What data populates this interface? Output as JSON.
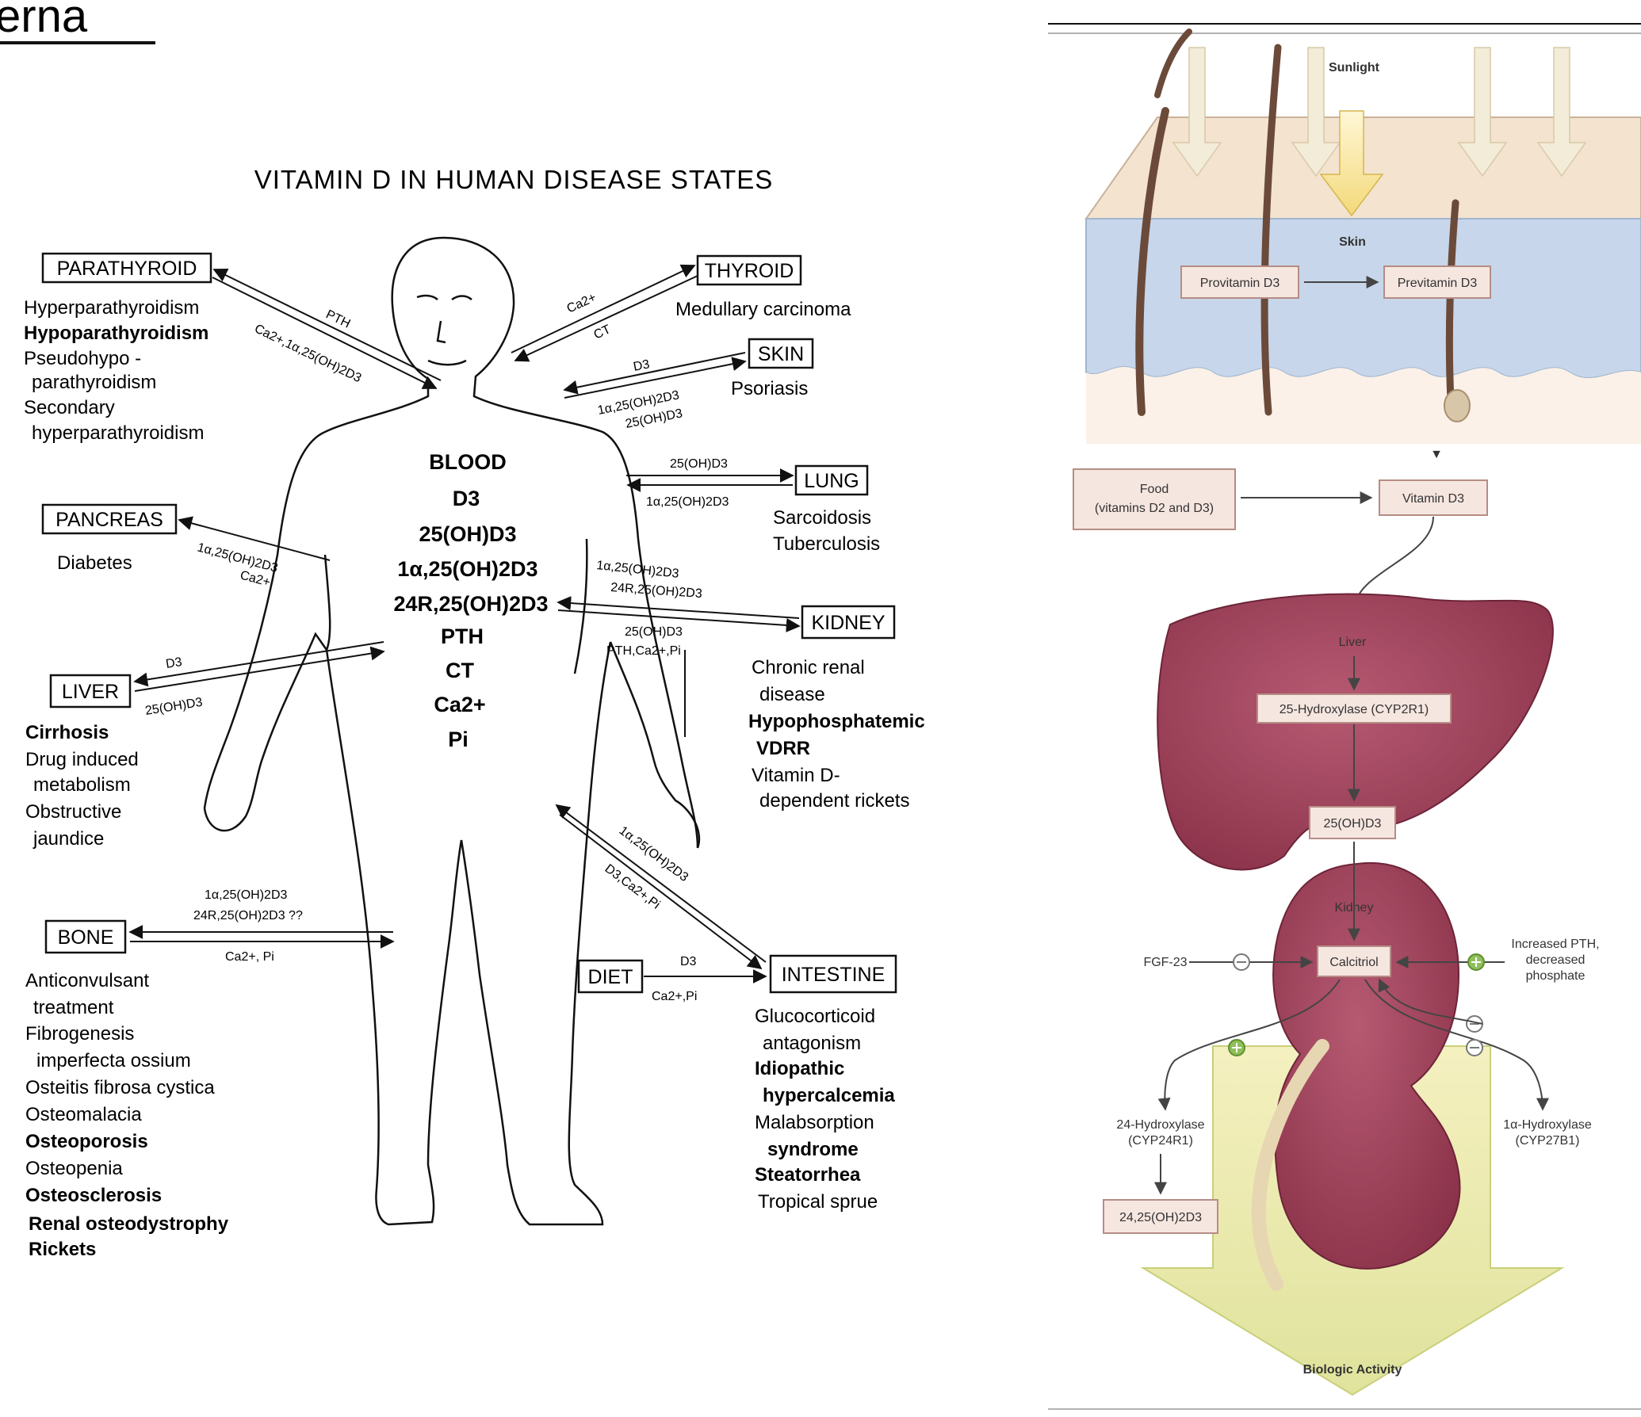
{
  "heading": "erna",
  "left_diagram": {
    "title": "VITAMIN D IN HUMAN DISEASE STATES",
    "blood": {
      "label": "BLOOD",
      "items": [
        "D3",
        "25(OH)D3",
        "1α,25(OH)2D3",
        "24R,25(OH)2D3",
        "PTH",
        "CT",
        "Ca2+",
        "Pi"
      ]
    },
    "organs": {
      "parathyroid": {
        "label": "PARATHYROID",
        "diseases": [
          "Hyperparathyroidism",
          "Hypoparathyroidism",
          "Pseudohypo -",
          " parathyroidism",
          "Secondary",
          " hyperparathyroidism"
        ],
        "arrow_labels": [
          "PTH",
          "Ca2+,1α,25(OH)2D3"
        ]
      },
      "thyroid": {
        "label": "THYROID",
        "diseases": [
          "Medullary carcinoma"
        ],
        "arrow_labels": [
          "Ca2+",
          "CT"
        ]
      },
      "skin": {
        "label": "SKIN",
        "diseases": [
          "Psoriasis"
        ],
        "arrow_labels": [
          "D3",
          "1α,25(OH)2D3",
          "25(OH)D3"
        ]
      },
      "lung": {
        "label": "LUNG",
        "diseases": [
          "Sarcoidosis",
          "Tuberculosis"
        ],
        "arrow_labels": [
          "25(OH)D3",
          "1α,25(OH)2D3"
        ]
      },
      "pancreas": {
        "label": "PANCREAS",
        "diseases": [
          "Diabetes"
        ],
        "arrow_labels": [
          "1α,25(OH)2D3",
          "Ca2+"
        ]
      },
      "kidney": {
        "label": "KIDNEY",
        "diseases": [
          "Chronic renal",
          " disease",
          "Hypophosphatemic",
          " VDRR",
          "Vitamin D-",
          " dependent rickets"
        ],
        "arrow_labels": [
          "1α,25(OH)2D3",
          "24R,25(OH)2D3",
          "25(OH)D3",
          "PTH,Ca2+,Pi"
        ]
      },
      "liver": {
        "label": "LIVER",
        "diseases": [
          "Cirrhosis",
          "Drug induced",
          " metabolism",
          "Obstructive",
          " jaundice"
        ],
        "arrow_labels": [
          "D3",
          "25(OH)D3"
        ]
      },
      "bone": {
        "label": "BONE",
        "diseases": [
          "Anticonvulsant",
          " treatment",
          "Fibrogenesis",
          " imperfecta ossium",
          "Osteitis fibrosa cystica",
          "Osteomalacia",
          "Osteoporosis",
          "Osteopenia",
          "Osteosclerosis",
          "Renal osteodystrophy",
          "Rickets"
        ],
        "arrow_labels": [
          "1α,25(OH)2D3",
          "24R,25(OH)2D3 ??",
          "Ca2+, Pi"
        ]
      },
      "diet": {
        "label": "DIET",
        "arrow_labels": [
          "D3",
          "Ca2+,Pi"
        ]
      },
      "intestine": {
        "label": "INTESTINE",
        "diseases": [
          "Glucocorticoid",
          " antagonism",
          "Idiopathic",
          " hypercalcemia",
          "Malabsorption",
          " syndrome",
          "Steatorrhea",
          "Tropical sprue"
        ],
        "arrow_labels": [
          "1α,25(OH)2D3",
          "D3,Ca2+,Pi"
        ]
      }
    }
  },
  "right_diagram": {
    "sunlight": "Sunlight",
    "skin": "Skin",
    "provitamin": "Provitamin D3",
    "previtamin": "Previtamin D3",
    "food": [
      "Food",
      "(vitamins D2 and D3)"
    ],
    "vitamin": "Vitamin D3",
    "liver": "Liver",
    "hydroxylase25": "25-Hydroxylase (CYP2R1)",
    "ohd": "25(OH)D3",
    "kidney": "Kidney",
    "calcitriol": "Calcitriol",
    "fgf": "FGF-23",
    "pth": [
      "Increased PTH,",
      "decreased",
      "phosphate"
    ],
    "hydroxylase24": [
      "24-Hydroxylase",
      "(CYP24R1)"
    ],
    "hydroxylase1a": [
      "1α-Hydroxylase",
      "(CYP27B1)"
    ],
    "product24": "24,25(OH)2D3",
    "bio": "Biologic Activity",
    "colors": {
      "skin": "#c7d6ea",
      "organ": "#a0455e",
      "box_fill": "#f6e6e0",
      "box_stroke": "#b58d85",
      "plus": "#7fb04a"
    }
  }
}
